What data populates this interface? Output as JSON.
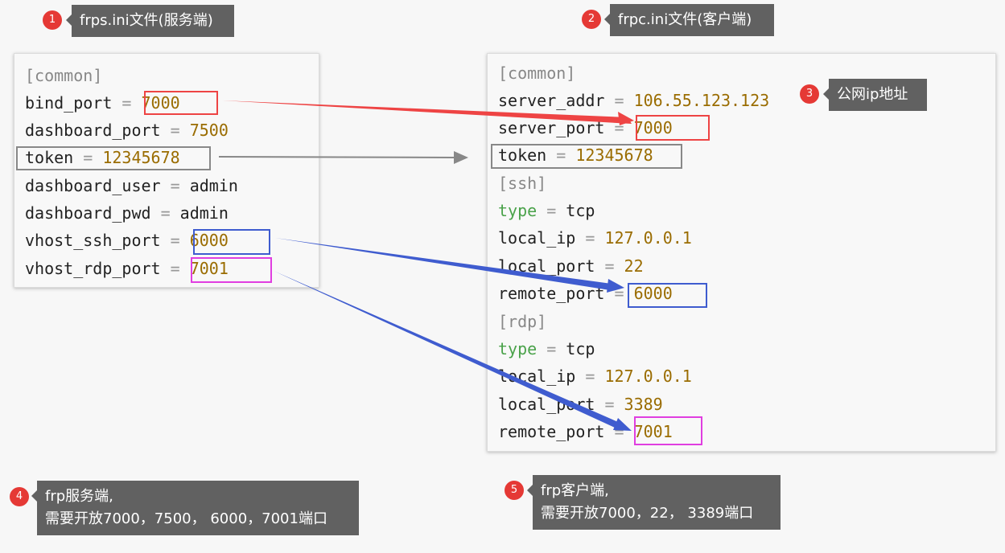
{
  "callouts": [
    {
      "badge": "1",
      "text": "frps.ini文件(服务端)"
    },
    {
      "badge": "2",
      "text": "frpc.ini文件(客户端)"
    },
    {
      "badge": "3",
      "text": "公网ip地址"
    },
    {
      "badge": "4",
      "line1": "frp服务端,",
      "line2": "需要开放7000，7500， 6000，7001端口"
    },
    {
      "badge": "5",
      "line1": "frp客户端,",
      "line2": "需要开放7000，22， 3389端口"
    }
  ],
  "server": {
    "section": "[common]",
    "lines": [
      {
        "key": "bind_port",
        "value": "7000"
      },
      {
        "key": "dashboard_port",
        "value": "7500"
      },
      {
        "key": "token",
        "value": "12345678"
      },
      {
        "key": "dashboard_user",
        "value": "admin"
      },
      {
        "key": "dashboard_pwd",
        "value": "admin"
      },
      {
        "key": "vhost_ssh_port",
        "value": "6000"
      },
      {
        "key": "vhost_rdp_port",
        "value": "7001"
      }
    ]
  },
  "client": {
    "common": "[common]",
    "server_addr_key": "server_addr",
    "server_addr_value": "106.55.123.123",
    "server_port_key": "server_port",
    "server_port_value": "7000",
    "token_key": "token",
    "token_value": "12345678",
    "ssh": {
      "section": "[ssh]",
      "type_key": "type",
      "type_value": "tcp",
      "local_ip_key": "local_ip",
      "local_ip_value": "127.0.0.1",
      "local_port_key": "local_port",
      "local_port_value": "22",
      "remote_port_key": "remote_port",
      "remote_port_value": "6000"
    },
    "rdp": {
      "section": "[rdp]",
      "type_key": "type",
      "type_value": "tcp",
      "local_ip_key": "local_ip",
      "local_ip_value": "127.0.0.1",
      "local_port_key": "local_port",
      "local_port_value": "3389",
      "remote_port_key": "remote_port",
      "remote_port_value": "7001"
    }
  },
  "colors": {
    "port7000": "#ee4444",
    "token": "#888888",
    "port6000": "#3f5ccf",
    "port7001": "#e03ee0"
  }
}
